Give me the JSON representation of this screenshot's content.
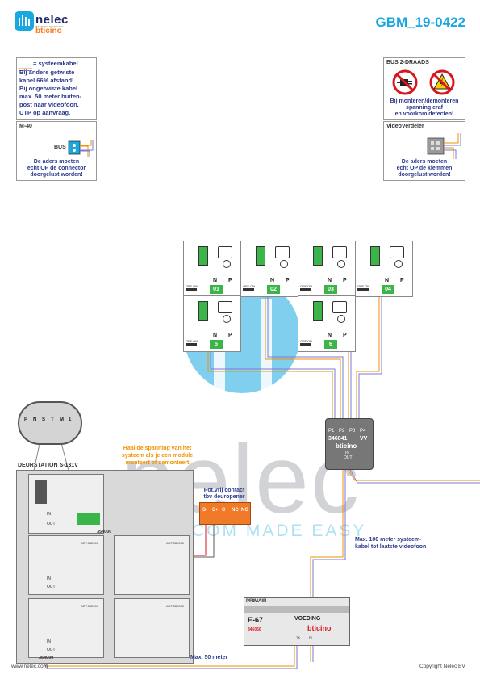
{
  "header": {
    "brand_name": "nelec",
    "brand_tagline": "INTERCOM MADE EASY",
    "brand_partner": "bticino",
    "document_id": "GBM_19-0422"
  },
  "legend_left": {
    "title": "= systeemkabel",
    "lines": [
      "Bij andere getwiste",
      "kabel 66% afstand!",
      "Bij ongetwiste kabel",
      "max. 50 meter buiten-",
      "post naar videofoon.",
      "UTP op aanvraag."
    ]
  },
  "m40_box": {
    "title": "M-40",
    "connector_label": "BUS",
    "note_lines": [
      "De aders moeten",
      "echt OP de connector",
      "doorgelust worden!"
    ]
  },
  "bus_box": {
    "title": "BUS 2-DRAADS",
    "note_lines": [
      "Bij monteren/demonteren",
      "spanning eraf",
      "en voorkom defecten!"
    ]
  },
  "videoverdeler_box": {
    "title": "VideoVerdeler",
    "note_lines": [
      "De aders moeten",
      "echt OP de klemmen",
      "doorgelust worden!"
    ]
  },
  "monitors": [
    {
      "number": "1",
      "code": "01"
    },
    {
      "number": "2",
      "code": "02"
    },
    {
      "number": "3",
      "code": "03"
    },
    {
      "number": "4",
      "code": "04"
    },
    {
      "number": "5",
      "code": "5"
    },
    {
      "number": "6",
      "code": "6"
    }
  ],
  "monitor_labels": {
    "off_on": "OFF ON",
    "n": "N",
    "p": "P"
  },
  "distributor": {
    "ports": [
      "P1",
      "P2",
      "P3",
      "P4"
    ],
    "article": "346841",
    "suffix": "VV",
    "brand": "bticino",
    "in_label": "IN",
    "out_label": "OUT"
  },
  "door_station": {
    "title": "DEURSTATION S-131V",
    "zoom_labels": [
      "P",
      "N",
      "S",
      "T",
      "M",
      "1"
    ],
    "module_codes": [
      "ART.352000",
      "ART.352000",
      "ART.352000",
      "ART.352000"
    ],
    "io_labels": {
      "in": "IN",
      "out": "OUT"
    },
    "cable_code_1": "354000",
    "cable_code_2": "354000"
  },
  "annotations": {
    "power_warning": [
      "Haal de spanning van het",
      "systeem als je een module",
      "monteert of demonteert"
    ],
    "relay_title": [
      "Pot.vrij contact",
      "tbv deuropener"
    ],
    "relay_terminals": [
      "S-",
      "S+",
      "C",
      "NC",
      "NO"
    ],
    "max_100": [
      "Max. 100 meter systeem-",
      "kabel tot laatste videofoon"
    ],
    "max_50": "Max. 50 meter"
  },
  "power_supply": {
    "header": "PRIMAIR",
    "model": "E-67",
    "label": "VOEDING",
    "brand": "bticino",
    "article": "346050",
    "terminals": [
      "TK",
      "PI"
    ]
  },
  "watermark": {
    "main": "nelec",
    "sub": "INTERCOM MADE EASY"
  },
  "footer": {
    "left": "www.nelec.com",
    "right": "Copyright Nelec BV"
  },
  "colors": {
    "accent": "#19a7e0",
    "navy": "#2a3a8c",
    "orange": "#f39200",
    "green": "#3bb54a"
  }
}
